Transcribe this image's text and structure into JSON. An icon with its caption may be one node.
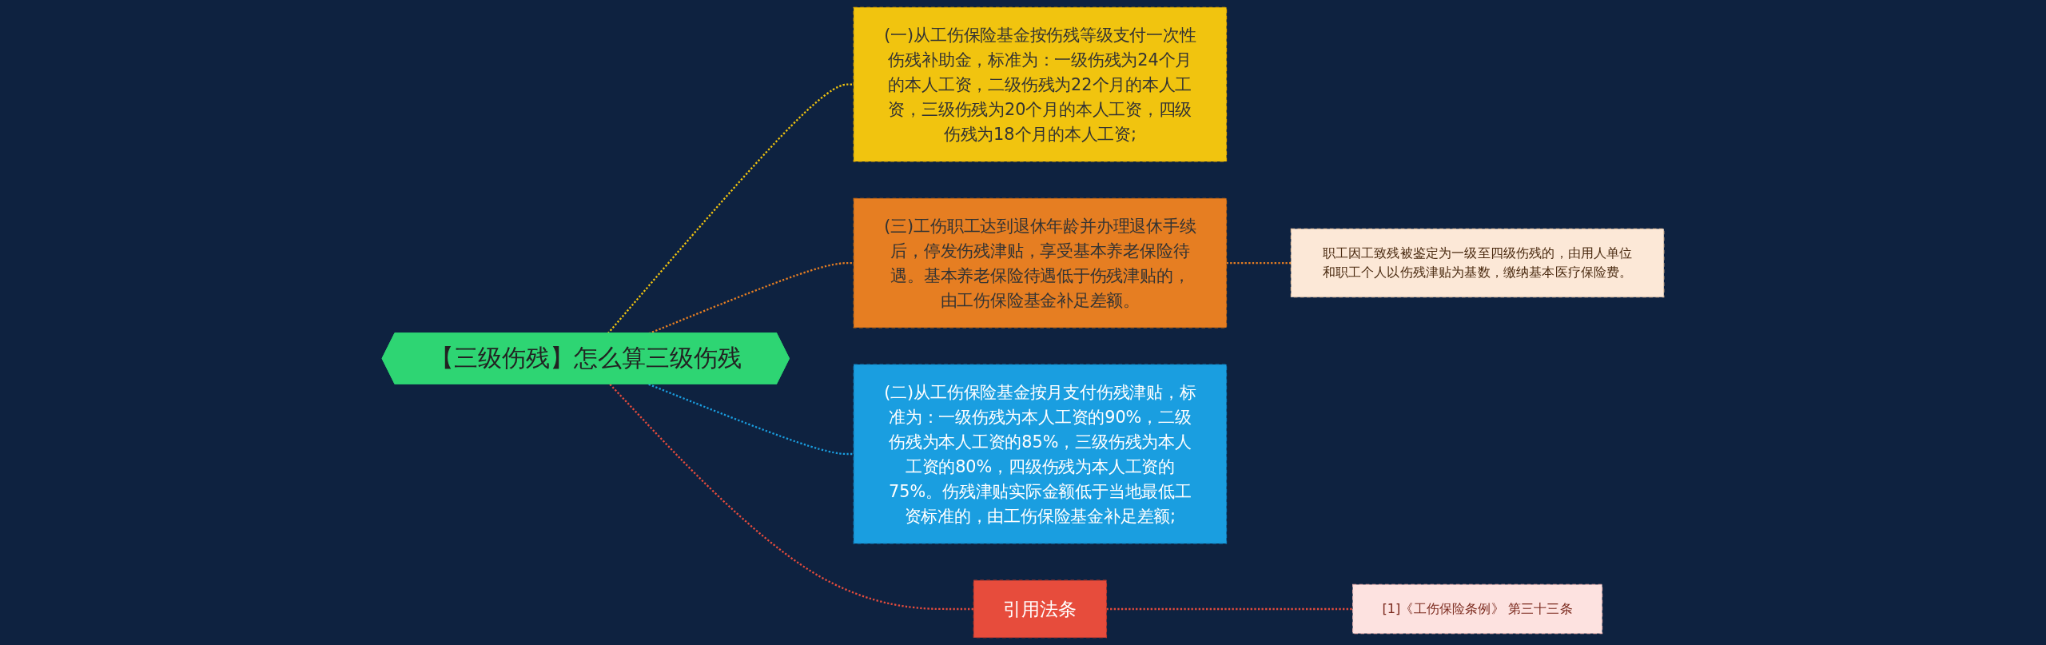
{
  "diagram": {
    "nodes": [
      {
        "text": [
          "【三级伤残】怎么算三级伤残"
        ]
      },
      {
        "text": [
          "(一)从工伤保险基金按伤残等级支付一次性伤残补助金，标准为：一级伤残为24个月的本人工资，二级伤残为22个月的本人工资，三级伤残为20个月的本人工资，四级伤残为18个月的本人工资;"
        ]
      },
      {
        "text": [
          "(三)工伤职工达到退休年龄并办理退休手续后，停发伤残津贴，享受基本养老保险待遇。基本养老保险待遇低于伤残津贴的，由工伤保险基金补足差额。"
        ]
      },
      {
        "text": [
          "职工因工致残被鉴定为一级至四级伤残的，由用人单位和职工个人以伤残津贴为基数，缴纳基本医疗保险费。"
        ]
      },
      {
        "text": [
          "(二)从工伤保险基金按月支付伤残津贴，标准为：一级伤残为本人工资的90%，二级伤残为本人工资的85%，三级伤残为本人工资的80%，四级伤残为本人工资的75%。伤残津贴实际金额低于当地最低工资标准的，由工伤保险基金补足差额;"
        ]
      },
      {
        "text": [
          "引用法条"
        ]
      },
      {
        "text": [
          "[1]《工伤保险条例》 第三十三条"
        ]
      }
    ],
    "edges": [
      {
        "from": 0,
        "to": 1,
        "arrow": "none",
        "style": "dashed",
        "color": "#f1c40f"
      },
      {
        "from": 0,
        "to": 2,
        "arrow": "none",
        "style": "dashed",
        "color": "#e67e22"
      },
      {
        "from": 2,
        "to": 3,
        "arrow": "none",
        "style": "dashed",
        "color": "#e67e22"
      },
      {
        "from": 0,
        "to": 4,
        "arrow": "none",
        "style": "dashed",
        "color": "#1a9ee0"
      },
      {
        "from": 0,
        "to": 5,
        "arrow": "none",
        "style": "dashed",
        "color": "#e74c3c"
      },
      {
        "from": 5,
        "to": 6,
        "arrow": "none",
        "style": "dashed",
        "color": "#e74c3c"
      }
    ]
  }
}
